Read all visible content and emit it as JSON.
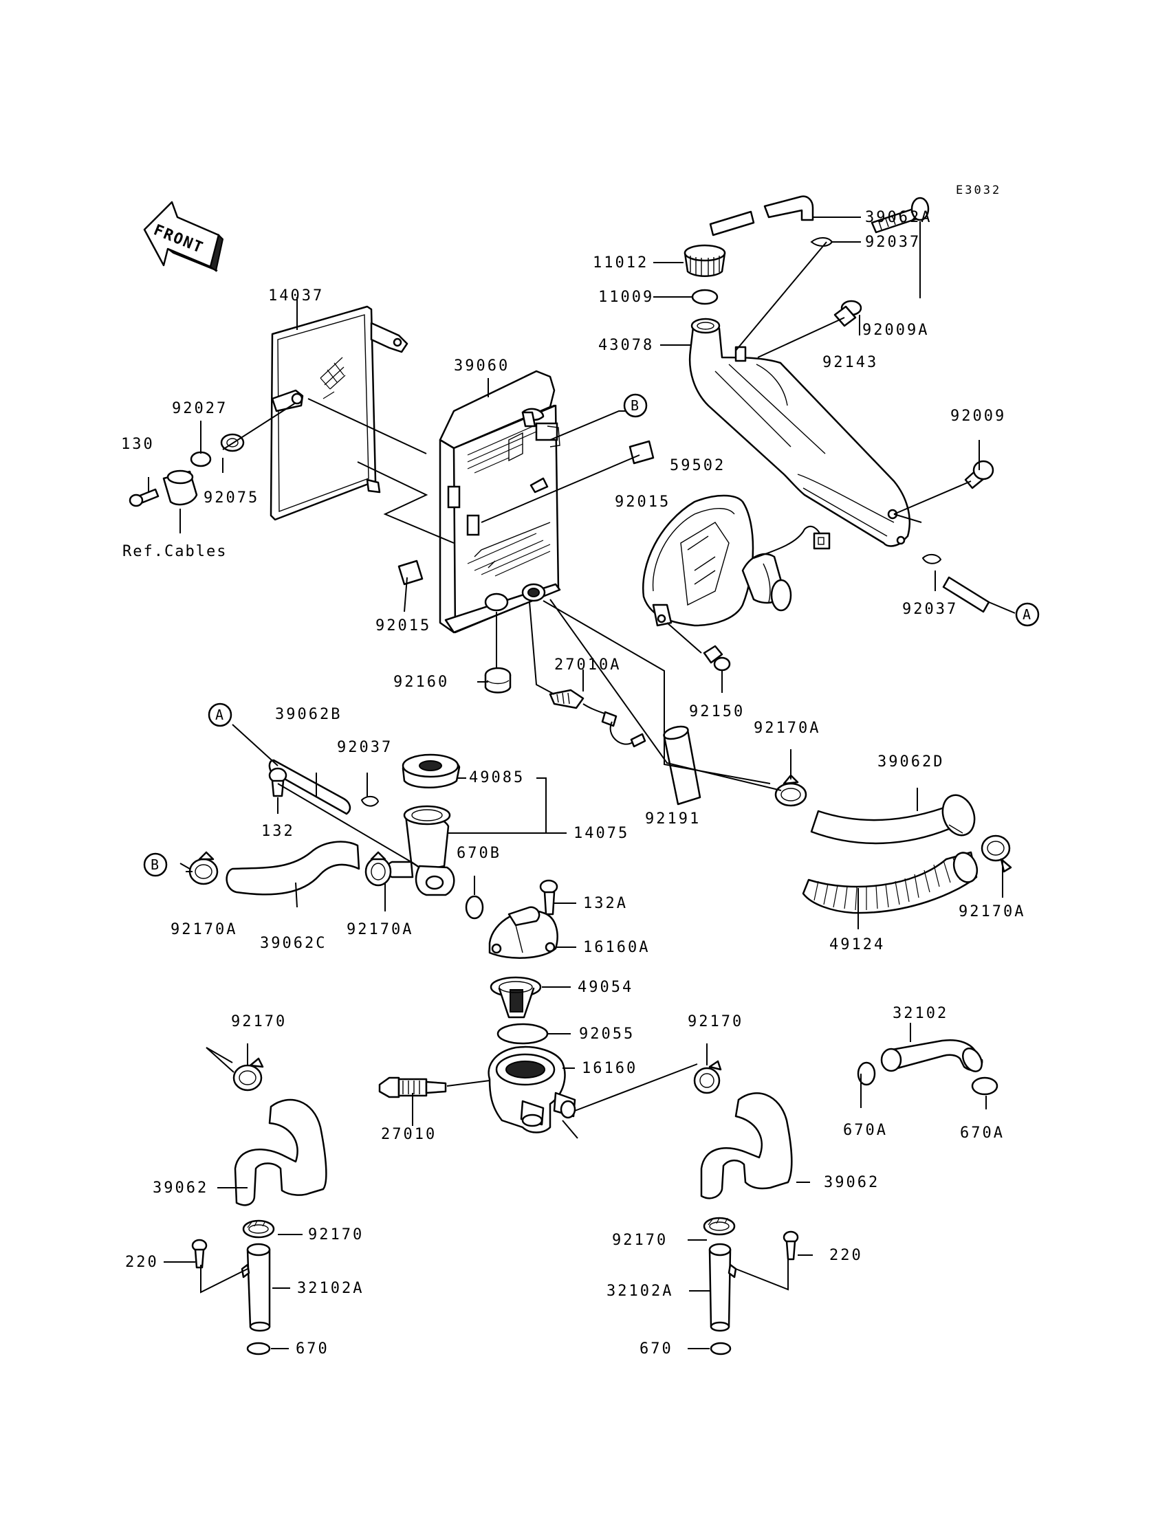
{
  "diagram_code": "E3032",
  "front_label": "FRONT",
  "ref_cables": "Ref.Cables",
  "callouts": {
    "A": "A",
    "B": "B"
  },
  "parts": {
    "p39062A": "39062A",
    "p92037a": "92037",
    "p11012": "11012",
    "p11009": "11009",
    "p92009A": "92009A",
    "p43078": "43078",
    "p92143": "92143",
    "p14037": "14037",
    "p39060": "39060",
    "p92027": "92027",
    "p130": "130",
    "p92075": "92075",
    "p92009": "92009",
    "p59502": "59502",
    "p92015a": "92015",
    "p92015b": "92015",
    "p92037b": "92037",
    "p92160": "92160",
    "p27010A": "27010A",
    "p92150": "92150",
    "p92170Aa": "92170A",
    "p39062B": "39062B",
    "p92037c": "92037",
    "p39062D": "39062D",
    "p49085": "49085",
    "p14075": "14075",
    "p132": "132",
    "p92191": "92191",
    "p670B": "670B",
    "p132A": "132A",
    "p92170Ab": "92170A",
    "p39062C": "39062C",
    "p92170Ac": "92170A",
    "p16160A": "16160A",
    "p49124": "49124",
    "p92170Ad": "92170A",
    "p49054": "49054",
    "p32102": "32102",
    "p92170a": "92170",
    "p92055": "92055",
    "p92170b": "92170",
    "p16160": "16160",
    "p670Aa": "670A",
    "p670Ab": "670A",
    "p27010": "27010",
    "p39062a": "39062",
    "p39062b": "39062",
    "p92170c": "92170",
    "p92170d": "92170",
    "p220a": "220",
    "p220b": "220",
    "p32102Aa": "32102A",
    "p32102Ab": "32102A",
    "p670a": "670",
    "p670b": "670"
  }
}
